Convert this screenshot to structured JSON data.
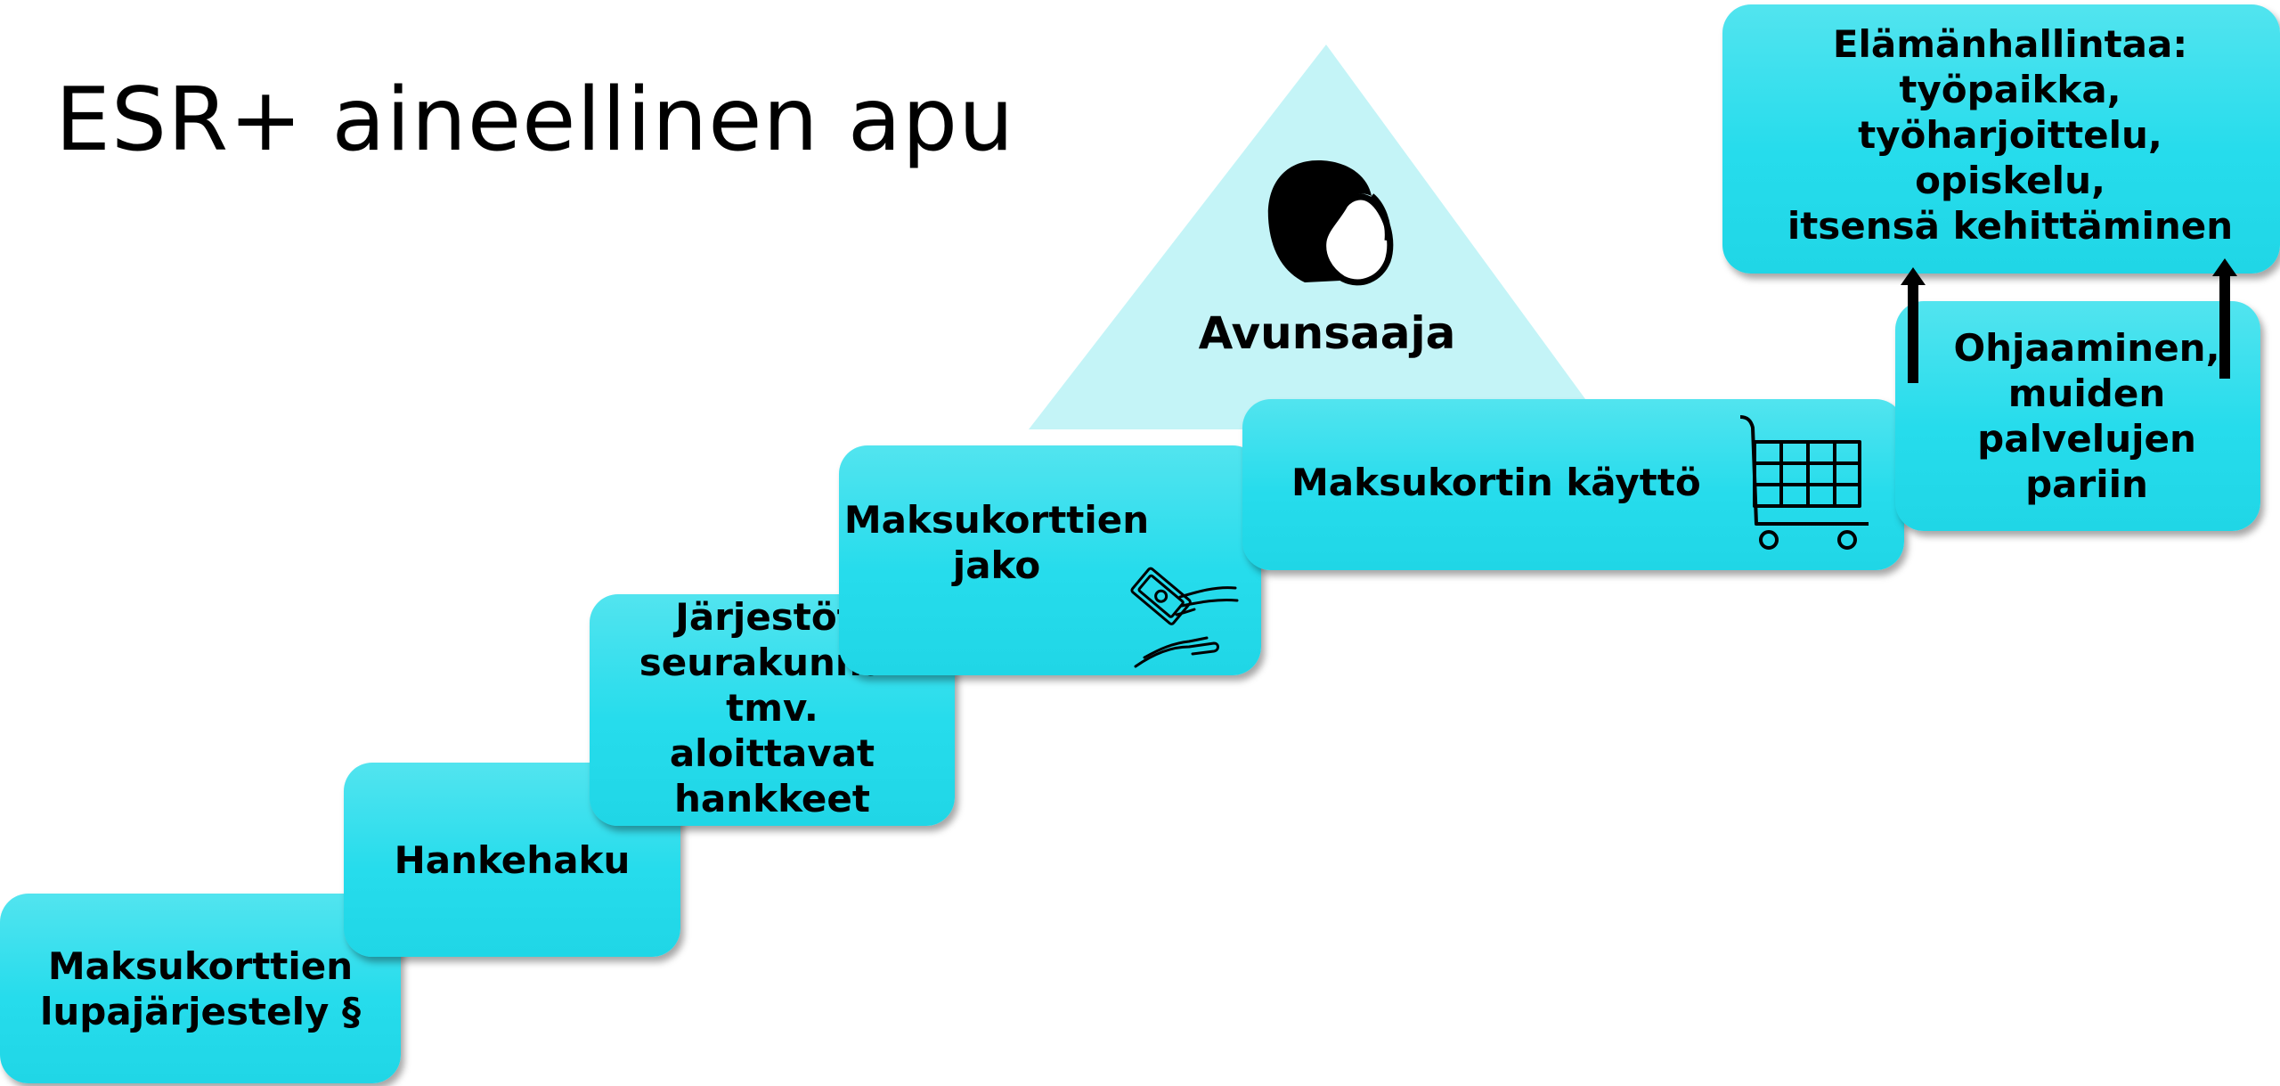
{
  "title": "ESR+ aineellinen apu",
  "apex_label": "Avunsaaja",
  "steps": [
    {
      "lines": [
        "Maksukorttien",
        "lupajärjestely §"
      ]
    },
    {
      "lines": [
        "Hankehaku"
      ]
    },
    {
      "lines": [
        "Järjestöt,",
        "seurakunnat",
        "tmv.",
        "aloittavat",
        "hankkeet"
      ]
    },
    {
      "lines": [
        "Maksukorttien",
        "jako"
      ]
    },
    {
      "lines": [
        "Maksukortin käyttö"
      ]
    },
    {
      "lines": [
        "Ohjaaminen,",
        "muiden",
        "palvelujen",
        "pariin"
      ]
    },
    {
      "lines": [
        "Elämänhallintaa:",
        "työpaikka,",
        "työharjoittelu,",
        "opiskelu,",
        "itsensä kehittäminen"
      ]
    }
  ],
  "icons": [
    "person-icon",
    "money-handover-icon",
    "shopping-cart-icon",
    "arrow-up-icon"
  ],
  "colors": {
    "step_fill": "#26dcec",
    "step_fill_light": "#52e4ef",
    "triangle_fill": "#c4f4f7",
    "text": "#000000"
  }
}
